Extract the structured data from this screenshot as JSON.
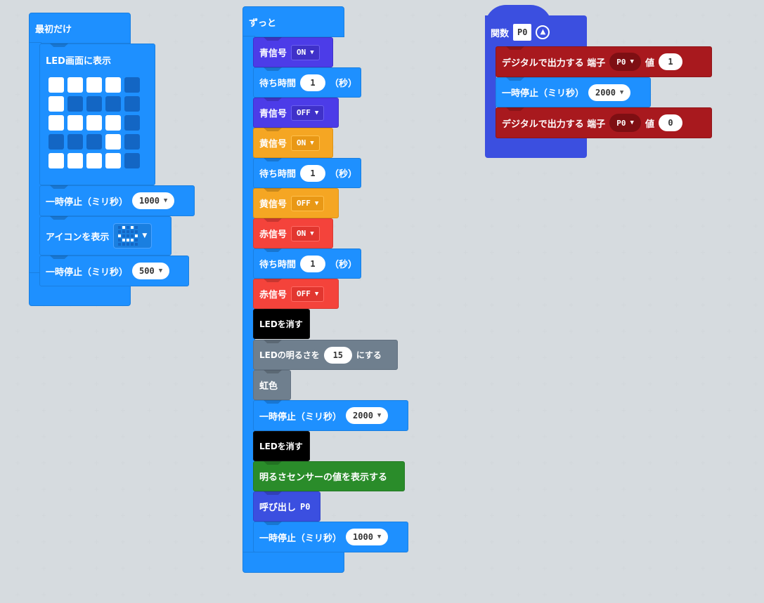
{
  "start_block": {
    "header": "最初だけ",
    "led_show_label": "LED画面に表示",
    "led_pattern": [
      [
        1,
        1,
        1,
        1,
        0
      ],
      [
        1,
        0,
        0,
        0,
        0
      ],
      [
        1,
        1,
        1,
        1,
        0
      ],
      [
        0,
        0,
        0,
        1,
        0
      ],
      [
        1,
        1,
        1,
        1,
        0
      ]
    ],
    "pause1_label": "一時停止（ミリ秒）",
    "pause1_value": "1000",
    "icon_label": "アイコンを表示",
    "icon_pattern": [
      [
        0,
        1,
        0,
        1,
        0
      ],
      [
        0,
        0,
        0,
        0,
        0
      ],
      [
        1,
        0,
        0,
        0,
        1
      ],
      [
        0,
        1,
        1,
        1,
        0
      ],
      [
        0,
        0,
        0,
        0,
        0
      ]
    ],
    "pause2_label": "一時停止（ミリ秒）",
    "pause2_value": "500"
  },
  "forever_block": {
    "header": "ずっと",
    "blue_on_label": "青信号",
    "blue_on_value": "ON",
    "wait1_label": "待ち時間",
    "wait1_value": "1",
    "wait1_unit": "（秒）",
    "blue_off_label": "青信号",
    "blue_off_value": "OFF",
    "yellow_on_label": "黄信号",
    "yellow_on_value": "ON",
    "wait2_label": "待ち時間",
    "wait2_value": "1",
    "wait2_unit": "（秒）",
    "yellow_off_label": "黄信号",
    "yellow_off_value": "OFF",
    "red_on_label": "赤信号",
    "red_on_value": "ON",
    "wait3_label": "待ち時間",
    "wait3_value": "1",
    "wait3_unit": "（秒）",
    "red_off_label": "赤信号",
    "red_off_value": "OFF",
    "led_clear1_label": "LEDを消す",
    "brightness_label": "LEDの明るさを",
    "brightness_value": "15",
    "brightness_suffix": "にする",
    "rainbow_label": "虹色",
    "pause3_label": "一時停止（ミリ秒）",
    "pause3_value": "2000",
    "led_clear2_label": "LEDを消す",
    "light_sensor_label": "明るさセンサーの値を表示する",
    "call_label": "呼び出し",
    "call_value": "P0",
    "pause4_label": "一時停止（ミリ秒）",
    "pause4_value": "1000"
  },
  "function_block": {
    "header": "関数",
    "name": "P0",
    "digital1_label": "デジタルで出力する 端子",
    "digital1_pin": "P0",
    "digital1_value_label": "値",
    "digital1_value": "1",
    "pause_label": "一時停止（ミリ秒）",
    "pause_value": "2000",
    "digital2_label": "デジタルで出力する 端子",
    "digital2_pin": "P0",
    "digital2_value_label": "値",
    "digital2_value": "0"
  },
  "colors": {
    "workspace_bg": "#ecf0f1",
    "basic_blue": "#1e90ff",
    "light_indigo": "#4c3ce8",
    "light_yellow": "#f5a623",
    "light_red": "#f4433b",
    "led_black": "#000000",
    "led_gray": "#6f7f8e",
    "sensor_green": "#2a8c2a",
    "pins_darkred": "#a8191e",
    "function_blue": "#3b4fe0"
  }
}
